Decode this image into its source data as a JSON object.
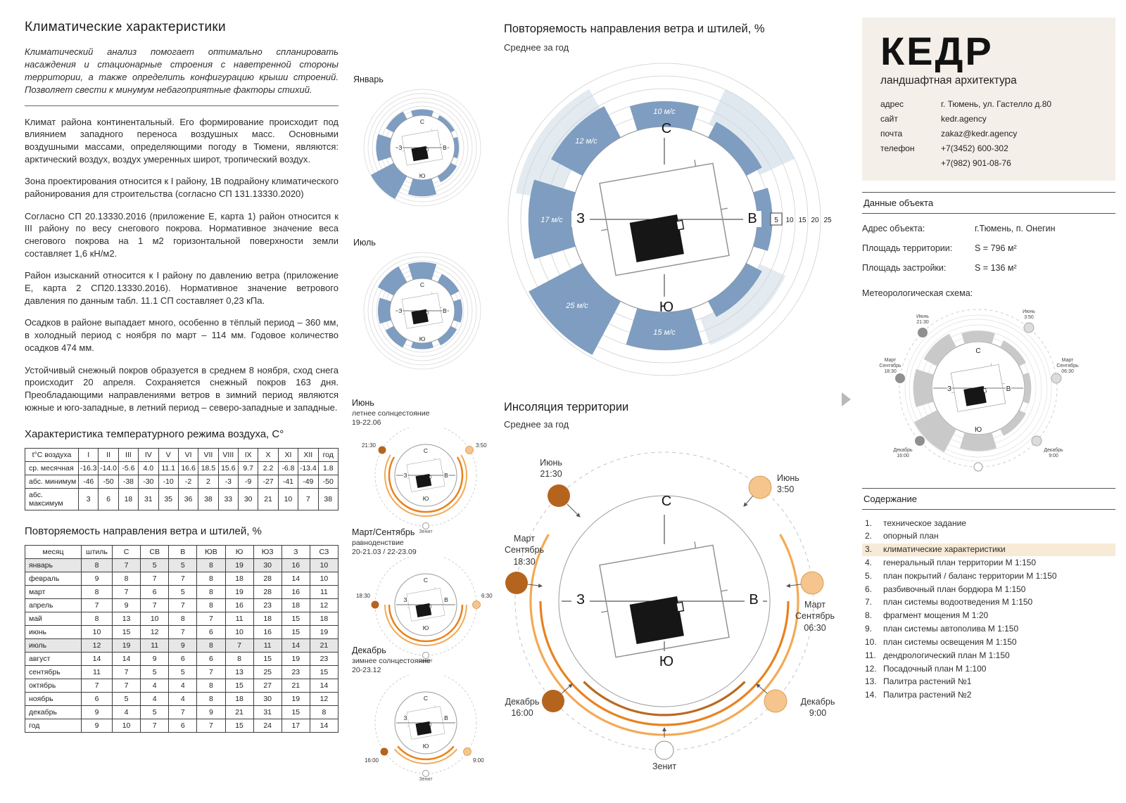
{
  "left": {
    "title": "Климатические характеристики",
    "intro": "Климатический анализ помогает оптимально спланировать насаждения и стационарные строения с наветренной стороны территории, а также определить конфигурацию крыши строений. Позволяет свести к минумум небагоприятные факторы стихий.",
    "paragraphs": [
      "Климат района континентальный. Его формирование происходит под влиянием западного переноса воздушных масс. Основными воздушными массами, определяющими погоду в Тюмени, являются: арктический воздух, воздух умеренных широт, тропический воздух.",
      "Зона проектирования относится к I району, 1В подрайону климатического районирования для строительства (согласно СП 131.13330.2020)",
      "Согласно СП 20.13330.2016 (приложение Е, карта 1) район относится к III району по весу снегового покрова. Нормативное значение веса снегового покрова на 1 м2 горизонтальной поверхности земли составляет 1,6 кН/м2.",
      "Район изысканий относится к I району по давлению ветра (приложение Е, карта 2 СП20.13330.2016). Нормативное значение ветрового давления по данным табл. 11.1 СП составляет 0,23 кПа.",
      "Осадков в районе выпадает много, особенно в тёплый период – 360 мм, в холодный период с ноября по март – 114 мм. Годовое количество осадков 474 мм.",
      "Устойчивый снежный покров образуется в среднем 8 ноября, сход снега происходит 20 апреля. Сохраняется снежный покров 163 дня. Преобладающими направлениями ветров в зимний период являются южные и юго-западные, в летний период – северо-западные и западные."
    ],
    "temp_heading": "Характеристика температурного режима воздуха, С°",
    "temp_table": {
      "headers": [
        "t°С воздуха",
        "I",
        "II",
        "III",
        "IV",
        "V",
        "VI",
        "VII",
        "VIII",
        "IX",
        "X",
        "XI",
        "XII",
        "год"
      ],
      "rows": [
        {
          "label": "ср. месячная",
          "values": [
            "-16.3",
            "-14.0",
            "-5.6",
            "4.0",
            "11.1",
            "16.6",
            "18.5",
            "15.6",
            "9.7",
            "2.2",
            "-6.8",
            "-13.4",
            "1.8"
          ]
        },
        {
          "label": "абс. минимум",
          "values": [
            "-46",
            "-50",
            "-38",
            "-30",
            "-10",
            "-2",
            "2",
            "-3",
            "-9",
            "-27",
            "-41",
            "-49",
            "-50"
          ]
        },
        {
          "label": "абс. максимум",
          "values": [
            "3",
            "6",
            "18",
            "31",
            "35",
            "36",
            "38",
            "33",
            "30",
            "21",
            "10",
            "7",
            "38"
          ]
        }
      ]
    },
    "wind_heading": "Повторяемость направления ветра и штилей, %",
    "wind_table": {
      "headers": [
        "месяц",
        "штиль",
        "С",
        "СВ",
        "В",
        "ЮВ",
        "Ю",
        "ЮЗ",
        "З",
        "СЗ"
      ],
      "rows": [
        {
          "label": "январь",
          "values": [
            8,
            7,
            5,
            5,
            8,
            19,
            30,
            16,
            10
          ],
          "highlight": true
        },
        {
          "label": "февраль",
          "values": [
            9,
            8,
            7,
            7,
            8,
            18,
            28,
            14,
            10
          ]
        },
        {
          "label": "март",
          "values": [
            8,
            7,
            6,
            5,
            8,
            19,
            28,
            16,
            11
          ]
        },
        {
          "label": "апрель",
          "values": [
            7,
            9,
            7,
            7,
            8,
            16,
            23,
            18,
            12
          ]
        },
        {
          "label": "май",
          "values": [
            8,
            13,
            10,
            8,
            7,
            11,
            18,
            15,
            18
          ]
        },
        {
          "label": "июнь",
          "values": [
            10,
            15,
            12,
            7,
            6,
            10,
            16,
            15,
            19
          ]
        },
        {
          "label": "июль",
          "values": [
            12,
            19,
            11,
            9,
            8,
            7,
            11,
            14,
            21
          ],
          "highlight": true
        },
        {
          "label": "август",
          "values": [
            14,
            14,
            9,
            6,
            6,
            8,
            15,
            19,
            23
          ]
        },
        {
          "label": "сентябрь",
          "values": [
            11,
            7,
            5,
            5,
            7,
            13,
            25,
            23,
            15
          ]
        },
        {
          "label": "октябрь",
          "values": [
            7,
            7,
            4,
            4,
            8,
            15,
            27,
            21,
            14
          ]
        },
        {
          "label": "ноябрь",
          "values": [
            6,
            5,
            4,
            4,
            8,
            18,
            30,
            19,
            12
          ]
        },
        {
          "label": "декабрь",
          "values": [
            9,
            4,
            5,
            7,
            9,
            21,
            31,
            15,
            8
          ]
        },
        {
          "label": "год",
          "values": [
            9,
            10,
            7,
            6,
            7,
            15,
            24,
            17,
            14
          ]
        }
      ]
    }
  },
  "middle": {
    "january": "Январь",
    "july": "Июль",
    "june": {
      "title": "Июнь",
      "subtitle": "летнее солнцестояние",
      "dates": "19-22.06",
      "evening": "21:30",
      "morning": "3:50"
    },
    "equinox": {
      "title": "Март/Сентябрь",
      "subtitle": "равноденствие",
      "dates": "20-21.03 / 22-23.09",
      "evening": "18:30",
      "morning": "6:30"
    },
    "december": {
      "title": "Декабрь",
      "subtitle": "зимнее солнцестояние",
      "dates": "20-23.12",
      "evening": "16:00",
      "morning": "9:00"
    },
    "zenith": "Зенит"
  },
  "center": {
    "wind": {
      "title": "Повторяемость направления ветра и штилей, %",
      "subtitle": "Среднее за год",
      "dirs": {
        "n": "С",
        "s": "Ю",
        "w": "З",
        "e": "В"
      },
      "speed_labels": [
        "10 м/с",
        "12 м/с",
        "17 м/с",
        "25 м/с",
        "15 м/с"
      ],
      "scale": [
        "5",
        "10",
        "15",
        "20",
        "25"
      ]
    },
    "sun": {
      "title": "Инсоляция территории",
      "subtitle": "Среднее за год",
      "dirs": {
        "n": "С",
        "s": "Ю",
        "w": "З",
        "e": "В"
      },
      "zenith": "Зенит",
      "suns": {
        "june_evening": {
          "name": "Июнь",
          "time": "21:30"
        },
        "june_morning": {
          "name": "Июнь",
          "time": "3:50"
        },
        "equinox_evening": {
          "name": "Март",
          "name2": "Сентябрь",
          "time": "18:30"
        },
        "equinox_morning": {
          "name": "Март",
          "name2": "Сентябрь",
          "time": "06:30"
        },
        "december_evening": {
          "name": "Декабрь",
          "time": "16:00"
        },
        "december_morning": {
          "name": "Декабрь",
          "time": "9:00"
        }
      }
    }
  },
  "right": {
    "logo": "КЕДР",
    "tagline": "ландшафтная архитектура",
    "contacts": [
      {
        "label": "адрес",
        "value": "г. Тюмень, ул. Гастелло д.80"
      },
      {
        "label": "сайт",
        "value": "kedr.agency"
      },
      {
        "label": "почта",
        "value": "zakaz@kedr.agency"
      },
      {
        "label": "телефон",
        "value": "+7(3452) 600-302"
      },
      {
        "label": "",
        "value": "+7(982) 901-08-76"
      }
    ],
    "object_heading": "Данные объекта",
    "object_rows": [
      {
        "label": "Адрес объекта:",
        "value": "г.Тюмень, п. Онегин"
      },
      {
        "label": "Площадь территории:",
        "value": "S = 796 м²"
      },
      {
        "label": "Площадь застройки:",
        "value": "S = 136 м²"
      }
    ],
    "meteo_heading": "Метеорологическая схема:",
    "contents_heading": "Содержание",
    "contents": [
      {
        "num": "1.",
        "text": "техническое задание"
      },
      {
        "num": "2.",
        "text": "опорный план"
      },
      {
        "num": "3.",
        "text": "климатические характеристики",
        "highlight": true
      },
      {
        "num": "4.",
        "text": "генеральный план территории М 1:150"
      },
      {
        "num": "5.",
        "text": "план покрытий / баланс территории М 1:150"
      },
      {
        "num": "6.",
        "text": "разбивочный план бордюра М 1:150"
      },
      {
        "num": "7.",
        "text": "план системы водоотведения М 1:150"
      },
      {
        "num": "8.",
        "text": "фрагмент мощения М 1:20"
      },
      {
        "num": "9.",
        "text": "план системы автополива М 1:150"
      },
      {
        "num": "10.",
        "text": "план системы освещения М 1:150"
      },
      {
        "num": "11.",
        "text": "дендрологический план М 1:150"
      },
      {
        "num": "12.",
        "text": "Посадочный план М 1:100"
      },
      {
        "num": "13.",
        "text": "Палитра растений №1"
      },
      {
        "num": "14.",
        "text": "Палитра растений №2"
      }
    ]
  }
}
